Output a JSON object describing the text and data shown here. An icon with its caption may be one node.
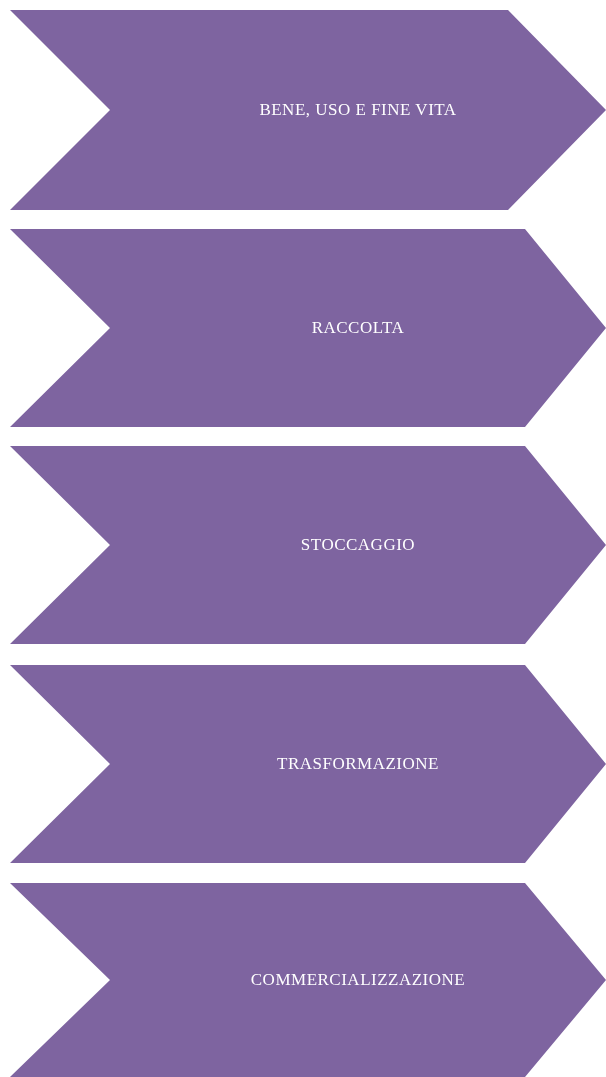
{
  "diagram": {
    "nodes": [
      {
        "text": [
          "BENE, USO E FINE VITA"
        ]
      },
      {
        "text": [
          "RACCOLTA"
        ]
      },
      {
        "text": [
          "STOCCAGGIO"
        ]
      },
      {
        "text": [
          "TRASFORMAZIONE"
        ]
      },
      {
        "text": [
          "COMMERCIALIZZAZIONE"
        ]
      }
    ]
  }
}
